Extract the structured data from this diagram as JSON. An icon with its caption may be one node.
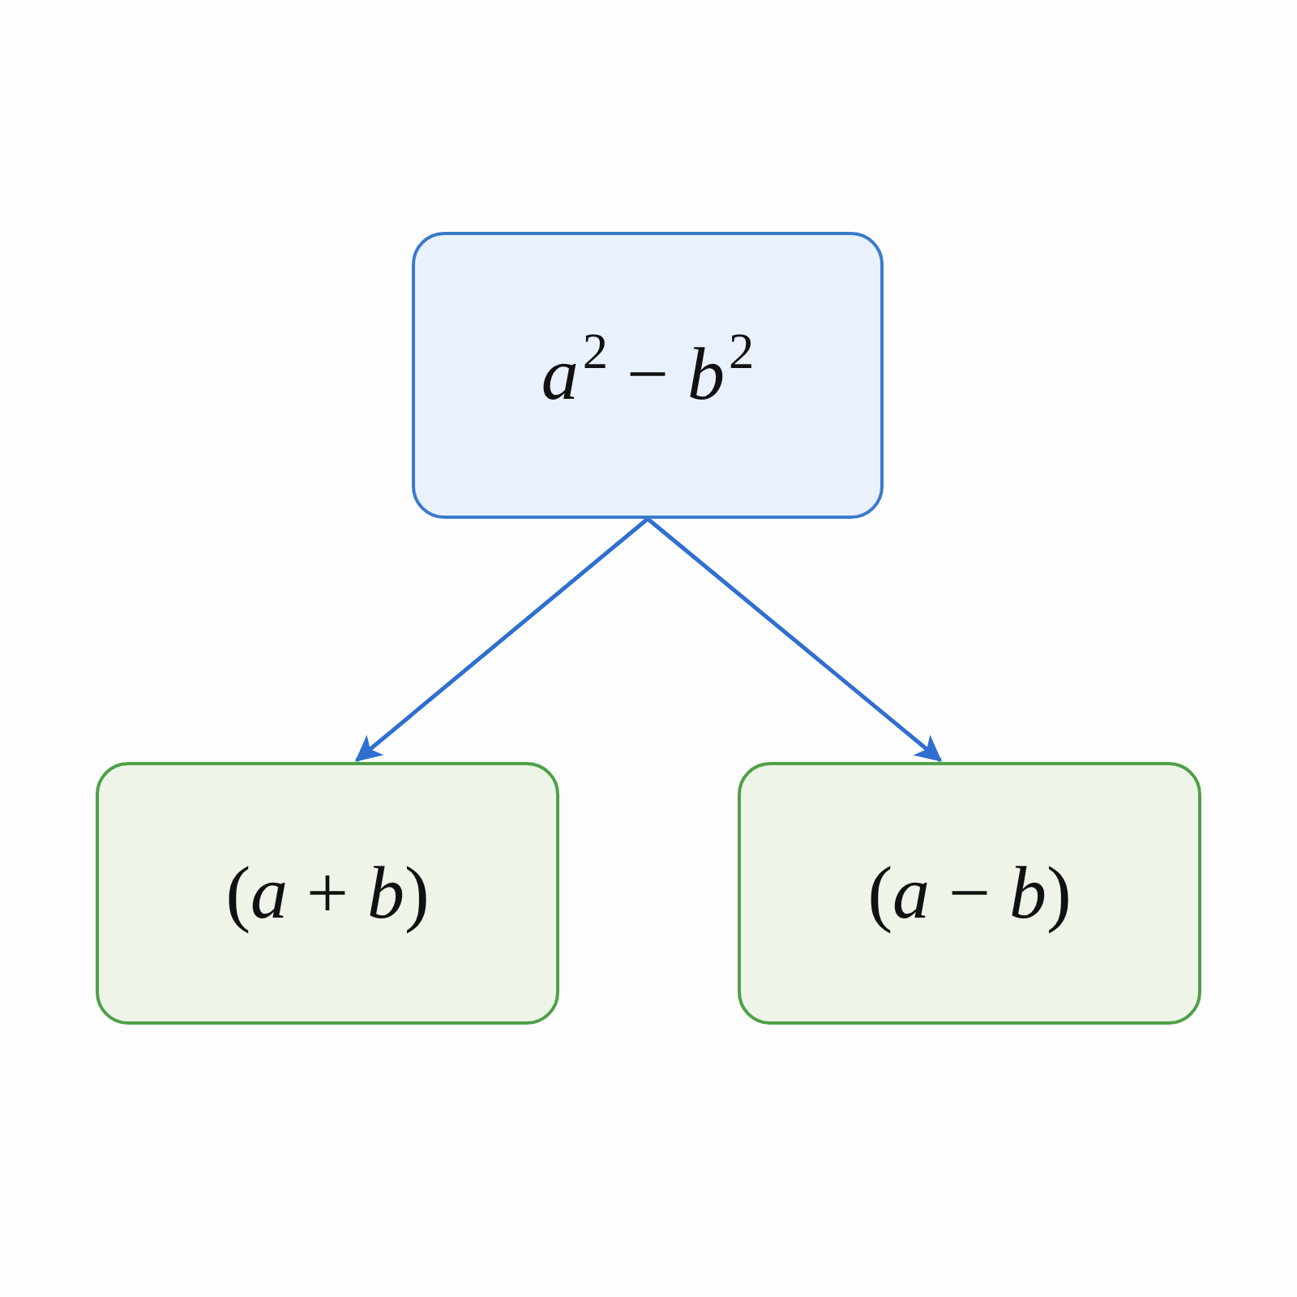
{
  "diagram": {
    "nodes": [
      {
        "text": [
          "*a*$^{2}$ − *b*$^{2}$"
        ]
      },
      {
        "text": [
          "(*a* + *b*)"
        ]
      },
      {
        "text": [
          "(*a* − *b*)"
        ]
      }
    ],
    "edges": [
      {
        "from": 0,
        "to": 1,
        "arrow": "to"
      },
      {
        "from": 0,
        "to": 2,
        "arrow": "to"
      }
    ]
  }
}
